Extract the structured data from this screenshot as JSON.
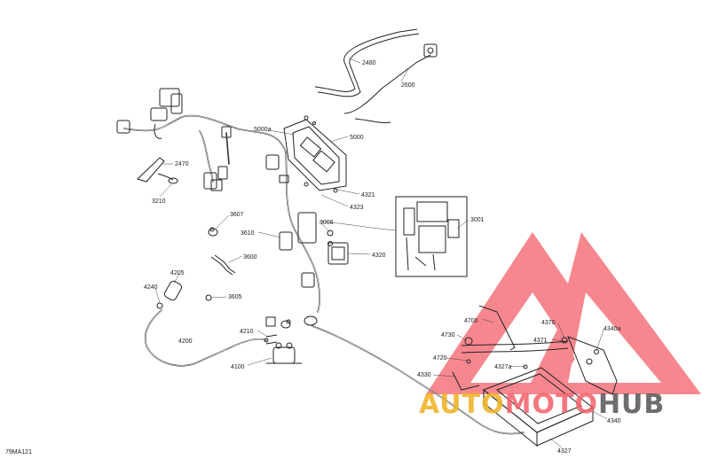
{
  "diagram": {
    "reference_code": "79MA121",
    "callouts": [
      {
        "id": "c2480",
        "label": "2480"
      },
      {
        "id": "c2600",
        "label": "2600"
      },
      {
        "id": "c5000a",
        "label": "5000a"
      },
      {
        "id": "c5000",
        "label": "5000"
      },
      {
        "id": "c2470",
        "label": "2470"
      },
      {
        "id": "c3210",
        "label": "3210"
      },
      {
        "id": "c4321",
        "label": "4321"
      },
      {
        "id": "c4323",
        "label": "4323"
      },
      {
        "id": "c3607",
        "label": "3607"
      },
      {
        "id": "c3008",
        "label": "3008"
      },
      {
        "id": "c3001",
        "label": "3001"
      },
      {
        "id": "c3610",
        "label": "3610"
      },
      {
        "id": "c3600",
        "label": "3600"
      },
      {
        "id": "c4320",
        "label": "4320"
      },
      {
        "id": "c4205",
        "label": "4205"
      },
      {
        "id": "c4240",
        "label": "4240"
      },
      {
        "id": "c3605",
        "label": "3605"
      },
      {
        "id": "c4700",
        "label": "4700"
      },
      {
        "id": "c4370",
        "label": "4370"
      },
      {
        "id": "c4730",
        "label": "4730"
      },
      {
        "id": "c4371",
        "label": "4371"
      },
      {
        "id": "c4340a",
        "label": "4340a"
      },
      {
        "id": "c4210",
        "label": "4210"
      },
      {
        "id": "c4200",
        "label": "4200"
      },
      {
        "id": "c4720",
        "label": "4720"
      },
      {
        "id": "c4327a",
        "label": "4327a"
      },
      {
        "id": "c4100",
        "label": "4100"
      },
      {
        "id": "c4330",
        "label": "4330"
      },
      {
        "id": "c4340",
        "label": "4340"
      },
      {
        "id": "c4327",
        "label": "4327"
      }
    ]
  },
  "watermark": {
    "part1": "AUTO",
    "part2": "MOTO",
    "part3": "HUB",
    "color_primary": "#f4606a",
    "color_secondary": "#f0b020",
    "color_tertiary": "#555555"
  }
}
